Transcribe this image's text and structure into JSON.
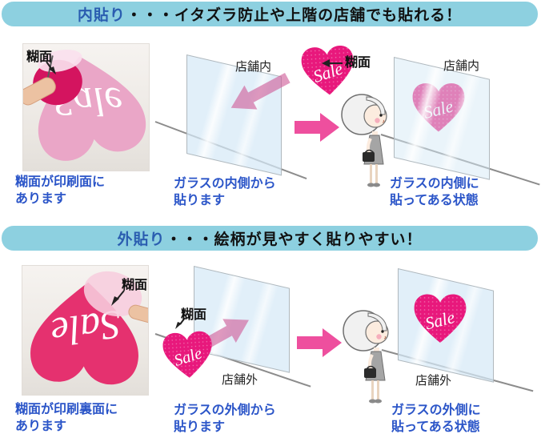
{
  "colors": {
    "banner_bg": "#8dd0e0",
    "banner_accent_blue": "#2a5db0",
    "caption_blue": "#2b55c8",
    "heart_pink": "#e8187c",
    "photo_heart_light_pink": "#eaa6c7",
    "photo_heart_bright_pink": "#e5316f",
    "arrow_pink": "#ee4f9e",
    "glass_blue": "#d5e9f7"
  },
  "top": {
    "banner": {
      "highlight": "内貼り",
      "rest": "・・・イタズラ防止や上階の店舗でも貼れる！"
    },
    "photo": {
      "glue_label": "糊面",
      "sale": "Sale",
      "caption1": "糊面が印刷面に",
      "caption2": "あります"
    },
    "apply": {
      "glue_label": "糊面",
      "location_label": "店舗内",
      "sale": "Sale",
      "caption1": "ガラスの内側から",
      "caption2": "貼ります"
    },
    "result": {
      "location_label": "店舗内",
      "sale": "Sale",
      "caption1": "ガラスの内側に",
      "caption2": "貼ってある状態"
    }
  },
  "bottom": {
    "banner": {
      "highlight": "外貼り",
      "rest": "・・・絵柄が見やすく貼りやすい！"
    },
    "photo": {
      "glue_label": "糊面",
      "sale": "Sale",
      "caption1": "糊面が印刷裏面に",
      "caption2": "あります"
    },
    "apply": {
      "glue_label": "糊面",
      "location_label": "店舗外",
      "sale": "Sale",
      "caption1": "ガラスの外側から",
      "caption2": "貼ります"
    },
    "result": {
      "location_label": "店舗外",
      "sale": "Sale",
      "caption1": "ガラスの外側に",
      "caption2": "貼ってある状態"
    }
  }
}
